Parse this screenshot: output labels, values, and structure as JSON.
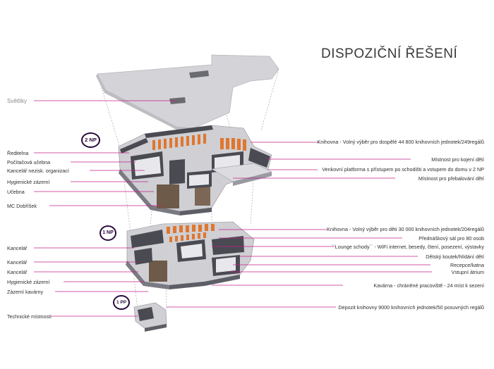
{
  "title": "DISPOZIČNÍ ŘEŠENÍ",
  "colors": {
    "leader_line": "#c0208a",
    "badge_border": "#2a0a3a",
    "floor_dark": "#4a4a52",
    "floor_light": "#cfcfd4",
    "accent_orange": "#e0772e",
    "roof": "#d4d4d8"
  },
  "floor_badges": {
    "second": "2 NP",
    "first": "1 NP",
    "basement": "1 PP"
  },
  "left_labels": {
    "skylights": "Světlíky",
    "director": "Ředitelna",
    "computer_room": "Počítačová učebna",
    "ngo_office": "Kancelář nezisk. organizací",
    "hygiene_2np": "Hygienické zázemí",
    "classroom": "Učebna",
    "mc_dobrisek": "MC Dobříšek",
    "office_1": "Kancelář",
    "office_2": "Kancelář",
    "office_3": "Kancelář",
    "hygiene_1np": "Hygienické zázemí",
    "cafe_backroom": "Zázemí kavárny",
    "technical": "Technické místnosti"
  },
  "right_labels": {
    "library_adult": "Knihovna - Volný výběr pro dospělé 44 800 knihovních jednotek/249regálů",
    "nursing_room": "Místnost pro kojení dětí",
    "outdoor_platform": "Venkovní platforma s přístupem po schodišti a vstupem do domu v 2 NP",
    "changing_room": "Místnost pro přebalování dětí",
    "library_children": "Knihovna - Volný výběr pro děti 30 000 knihovních jednotek/204regálů",
    "lecture_hall": "Přednáškový sál pro 80 osob",
    "lounge_stairs": "``Lounge schody`` - WiFi internet, besedy, čtení, posezení, výstavky",
    "kids_corner": "Dětský koutek/hlídání dětí",
    "reception": "Recepce/katna",
    "entrance_atrium": "Vstupní átrium",
    "cafe": "Kavárna - chráněné pracoviště - 24 míst k sezení",
    "depository": "Depozit knihovny 9000 knihovních jednotek/50 posuvných regálů"
  }
}
